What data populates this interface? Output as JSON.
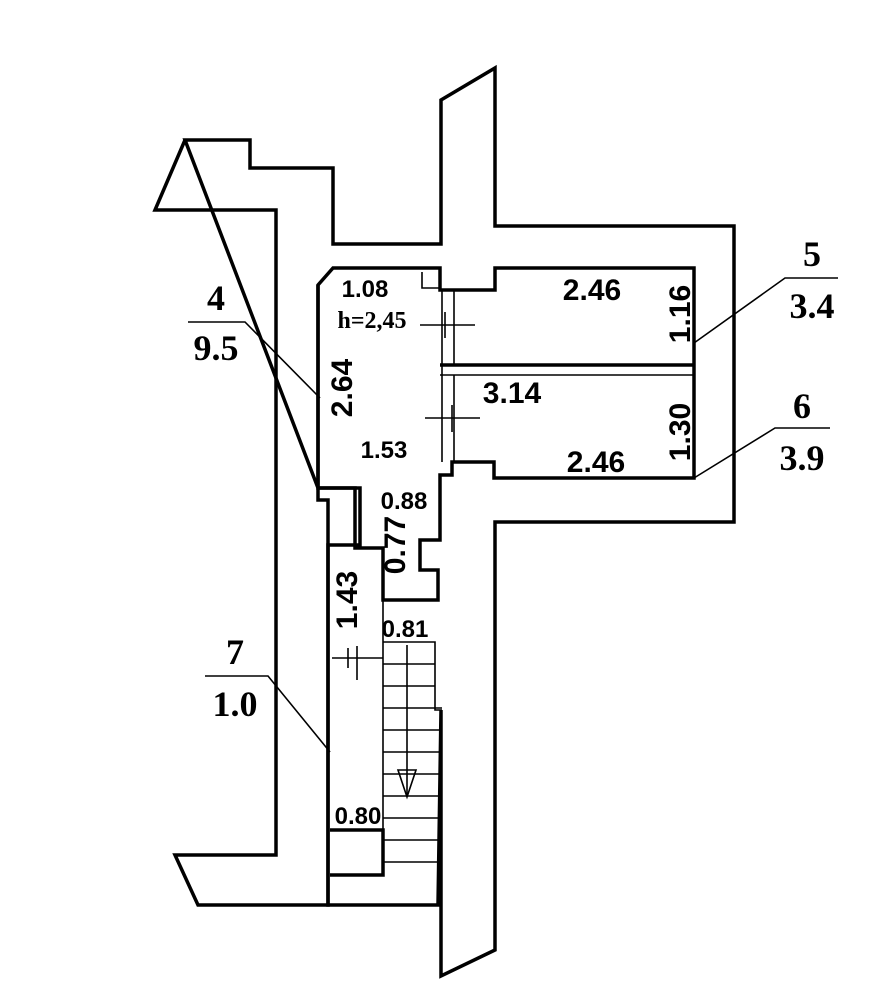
{
  "rooms": [
    {
      "number": "4",
      "area": "9.5"
    },
    {
      "number": "5",
      "area": "3.4"
    },
    {
      "number": "6",
      "area": "3.9"
    },
    {
      "number": "7",
      "area": "1.0"
    }
  ],
  "dimensions": {
    "d_1_08": "1.08",
    "d_height": "h=2,45",
    "d_2_46_top": "2.46",
    "d_1_16": "1.16",
    "d_2_64": "2.64",
    "d_3_14": "3.14",
    "d_1_30": "1.30",
    "d_1_53": "1.53",
    "d_2_46_bottom": "2.46",
    "d_0_88": "0.88",
    "d_0_77": "0.77",
    "d_1_43": "1.43",
    "d_0_81": "0.81",
    "d_0_80": "0.80"
  }
}
